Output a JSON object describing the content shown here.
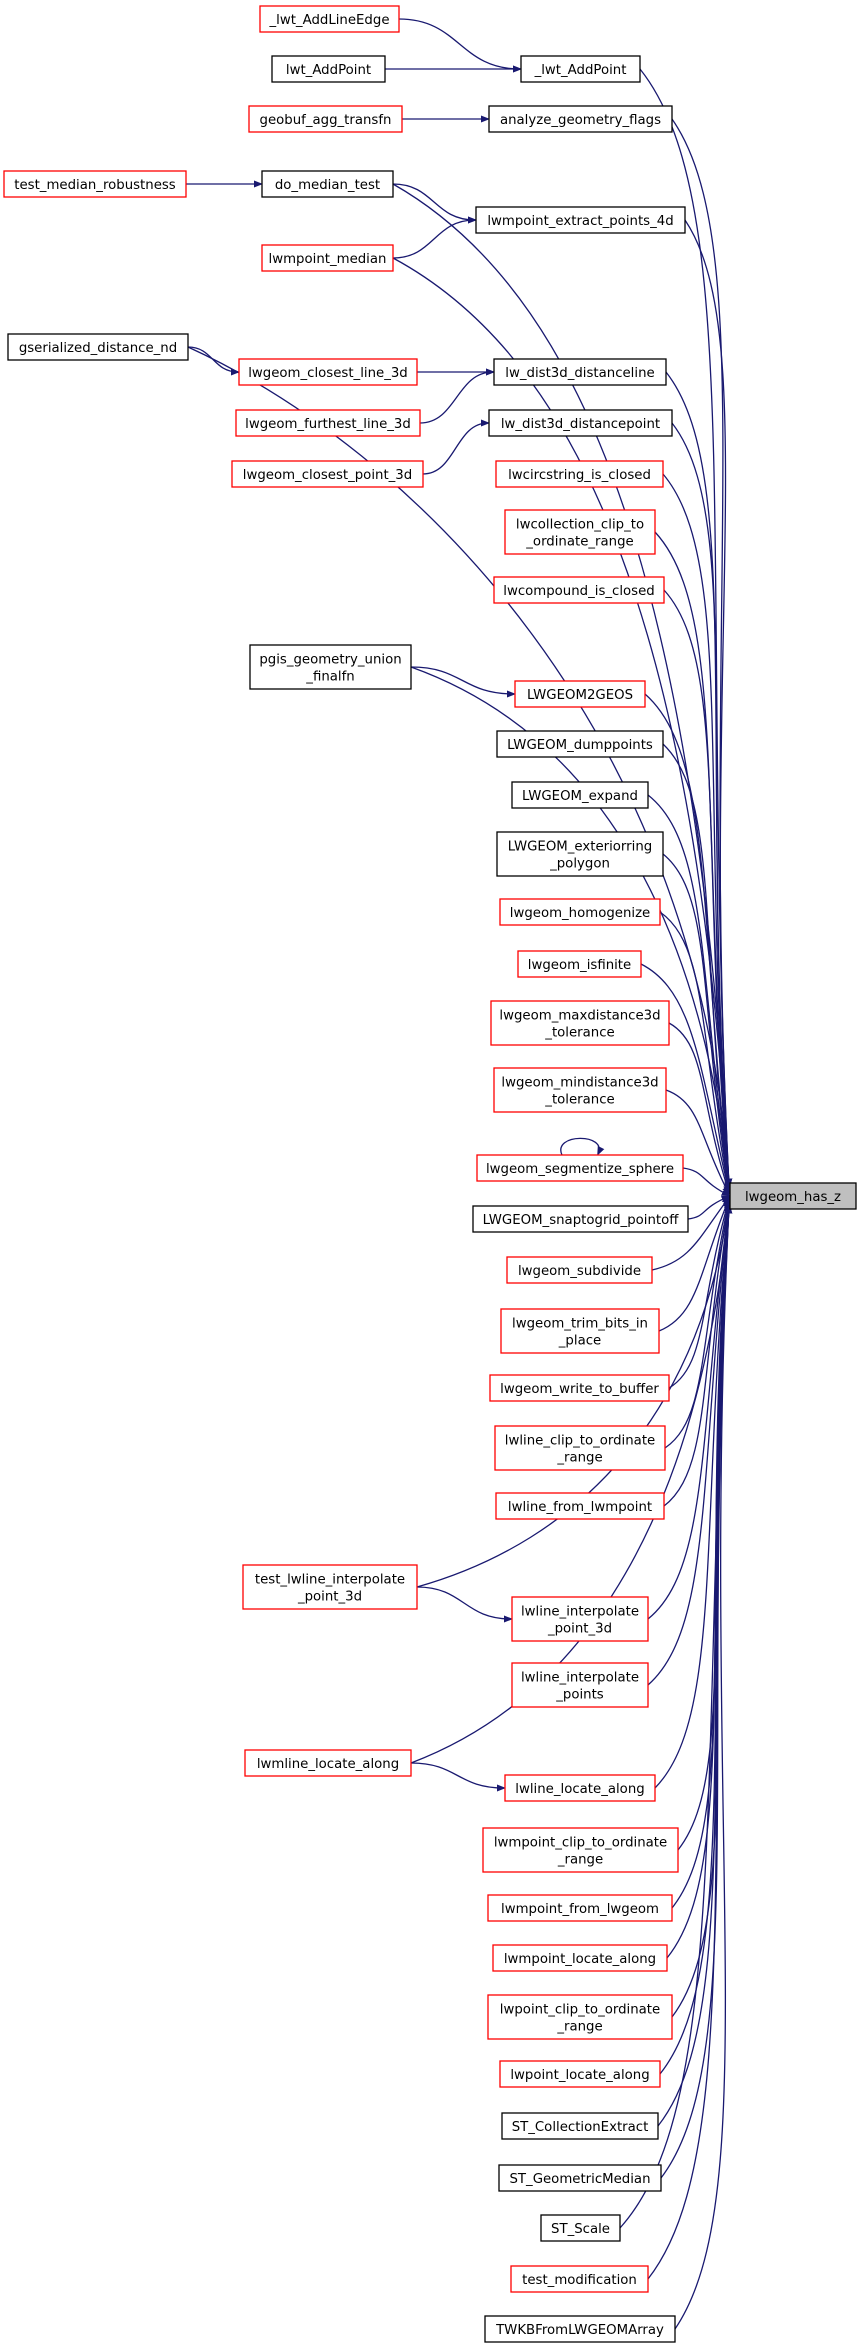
{
  "diagram": {
    "target": {
      "id": "has_z",
      "label": "lwgeom_has_z"
    },
    "nodes": [
      {
        "id": "lwt_addlineedge",
        "lines": [
          "_lwt_AddLineEdge"
        ],
        "border": "red"
      },
      {
        "id": "lwt_addpoint_pub",
        "lines": [
          "lwt_AddPoint"
        ],
        "border": "black"
      },
      {
        "id": "lwt_addpoint_priv",
        "lines": [
          "_lwt_AddPoint"
        ],
        "border": "black"
      },
      {
        "id": "geobuf",
        "lines": [
          "geobuf_agg_transfn"
        ],
        "border": "red"
      },
      {
        "id": "analyze_flags",
        "lines": [
          "analyze_geometry_flags"
        ],
        "border": "black"
      },
      {
        "id": "test_median_rob",
        "lines": [
          "test_median_robustness"
        ],
        "border": "red"
      },
      {
        "id": "do_median_test",
        "lines": [
          "do_median_test"
        ],
        "border": "black"
      },
      {
        "id": "extract_4d",
        "lines": [
          "lwmpoint_extract_points_4d"
        ],
        "border": "black"
      },
      {
        "id": "lwmpoint_median",
        "lines": [
          "lwmpoint_median"
        ],
        "border": "red"
      },
      {
        "id": "gser_dist_nd",
        "lines": [
          "gserialized_distance_nd"
        ],
        "border": "black"
      },
      {
        "id": "closest_line_3d",
        "lines": [
          "lwgeom_closest_line_3d"
        ],
        "border": "red"
      },
      {
        "id": "dist3d_line",
        "lines": [
          "lw_dist3d_distanceline"
        ],
        "border": "black"
      },
      {
        "id": "furthest_line_3d",
        "lines": [
          "lwgeom_furthest_line_3d"
        ],
        "border": "red"
      },
      {
        "id": "dist3d_point",
        "lines": [
          "lw_dist3d_distancepoint"
        ],
        "border": "black"
      },
      {
        "id": "closest_point_3d",
        "lines": [
          "lwgeom_closest_point_3d"
        ],
        "border": "red"
      },
      {
        "id": "lwcirc_closed",
        "lines": [
          "lwcircstring_is_closed"
        ],
        "border": "red"
      },
      {
        "id": "lwcoll_clip",
        "lines": [
          "lwcollection_clip_to",
          "_ordinate_range"
        ],
        "border": "red"
      },
      {
        "id": "lwcomp_closed",
        "lines": [
          "lwcompound_is_closed"
        ],
        "border": "red"
      },
      {
        "id": "pgis_union",
        "lines": [
          "pgis_geometry_union",
          "_finalfn"
        ],
        "border": "black"
      },
      {
        "id": "lwgeom2geos",
        "lines": [
          "LWGEOM2GEOS"
        ],
        "border": "red"
      },
      {
        "id": "dumppoints",
        "lines": [
          "LWGEOM_dumppoints"
        ],
        "border": "black"
      },
      {
        "id": "expand",
        "lines": [
          "LWGEOM_expand"
        ],
        "border": "black"
      },
      {
        "id": "exteriorring",
        "lines": [
          "LWGEOM_exteriorring",
          "_polygon"
        ],
        "border": "black"
      },
      {
        "id": "homogenize",
        "lines": [
          "lwgeom_homogenize"
        ],
        "border": "red"
      },
      {
        "id": "isfinite",
        "lines": [
          "lwgeom_isfinite"
        ],
        "border": "red"
      },
      {
        "id": "maxdist3d",
        "lines": [
          "lwgeom_maxdistance3d",
          "_tolerance"
        ],
        "border": "red"
      },
      {
        "id": "mindist3d",
        "lines": [
          "lwgeom_mindistance3d",
          "_tolerance"
        ],
        "border": "red"
      },
      {
        "id": "segmentize_sphere",
        "lines": [
          "lwgeom_segmentize_sphere"
        ],
        "border": "red"
      },
      {
        "id": "snaptogrid",
        "lines": [
          "LWGEOM_snaptogrid_pointoff"
        ],
        "border": "black"
      },
      {
        "id": "subdivide",
        "lines": [
          "lwgeom_subdivide"
        ],
        "border": "red"
      },
      {
        "id": "trim_bits",
        "lines": [
          "lwgeom_trim_bits_in",
          "_place"
        ],
        "border": "red"
      },
      {
        "id": "write_buffer",
        "lines": [
          "lwgeom_write_to_buffer"
        ],
        "border": "red"
      },
      {
        "id": "lwline_clip",
        "lines": [
          "lwline_clip_to_ordinate",
          "_range"
        ],
        "border": "red"
      },
      {
        "id": "lwline_from_mp",
        "lines": [
          "lwline_from_lwmpoint"
        ],
        "border": "red"
      },
      {
        "id": "test_interp_3d",
        "lines": [
          "test_lwline_interpolate",
          "_point_3d"
        ],
        "border": "red"
      },
      {
        "id": "interp_3d",
        "lines": [
          "lwline_interpolate",
          "_point_3d"
        ],
        "border": "red"
      },
      {
        "id": "interp_points",
        "lines": [
          "lwline_interpolate",
          "_points"
        ],
        "border": "red"
      },
      {
        "id": "lwmline_locate",
        "lines": [
          "lwmline_locate_along"
        ],
        "border": "red"
      },
      {
        "id": "lwline_locate",
        "lines": [
          "lwline_locate_along"
        ],
        "border": "red"
      },
      {
        "id": "lwmpoint_clip",
        "lines": [
          "lwmpoint_clip_to_ordinate",
          "_range"
        ],
        "border": "red"
      },
      {
        "id": "lwmpoint_from_geom",
        "lines": [
          "lwmpoint_from_lwgeom"
        ],
        "border": "red"
      },
      {
        "id": "lwmpoint_locate",
        "lines": [
          "lwmpoint_locate_along"
        ],
        "border": "red"
      },
      {
        "id": "lwpoint_clip",
        "lines": [
          "lwpoint_clip_to_ordinate",
          "_range"
        ],
        "border": "red"
      },
      {
        "id": "lwpoint_locate",
        "lines": [
          "lwpoint_locate_along"
        ],
        "border": "red"
      },
      {
        "id": "st_collext",
        "lines": [
          "ST_CollectionExtract"
        ],
        "border": "black"
      },
      {
        "id": "st_geomedian",
        "lines": [
          "ST_GeometricMedian"
        ],
        "border": "black"
      },
      {
        "id": "st_scale",
        "lines": [
          "ST_Scale"
        ],
        "border": "black"
      },
      {
        "id": "test_mod",
        "lines": [
          "test_modification"
        ],
        "border": "red"
      },
      {
        "id": "twkb",
        "lines": [
          "TWKBFromLWGEOMArray"
        ],
        "border": "black"
      }
    ],
    "edges": [
      [
        "lwt_addlineedge",
        "lwt_addpoint_priv"
      ],
      [
        "lwt_addpoint_pub",
        "lwt_addpoint_priv"
      ],
      [
        "geobuf",
        "analyze_flags"
      ],
      [
        "test_median_rob",
        "do_median_test"
      ],
      [
        "do_median_test",
        "extract_4d"
      ],
      [
        "lwmpoint_median",
        "extract_4d"
      ],
      [
        "closest_line_3d",
        "dist3d_line"
      ],
      [
        "furthest_line_3d",
        "dist3d_line"
      ],
      [
        "closest_point_3d",
        "dist3d_point"
      ],
      [
        "gser_dist_nd",
        "closest_line_3d"
      ],
      [
        "pgis_union",
        "lwgeom2geos"
      ],
      [
        "segmentize_sphere",
        "segmentize_sphere"
      ],
      [
        "test_interp_3d",
        "interp_3d"
      ],
      [
        "lwmline_locate",
        "lwline_locate"
      ],
      [
        "lwt_addpoint_priv",
        "has_z"
      ],
      [
        "analyze_flags",
        "has_z"
      ],
      [
        "do_median_test",
        "has_z"
      ],
      [
        "extract_4d",
        "has_z"
      ],
      [
        "lwmpoint_median",
        "has_z"
      ],
      [
        "gser_dist_nd",
        "has_z"
      ],
      [
        "dist3d_line",
        "has_z"
      ],
      [
        "dist3d_point",
        "has_z"
      ],
      [
        "lwcirc_closed",
        "has_z"
      ],
      [
        "lwcoll_clip",
        "has_z"
      ],
      [
        "lwcomp_closed",
        "has_z"
      ],
      [
        "pgis_union",
        "has_z"
      ],
      [
        "lwgeom2geos",
        "has_z"
      ],
      [
        "dumppoints",
        "has_z"
      ],
      [
        "expand",
        "has_z"
      ],
      [
        "exteriorring",
        "has_z"
      ],
      [
        "homogenize",
        "has_z"
      ],
      [
        "isfinite",
        "has_z"
      ],
      [
        "maxdist3d",
        "has_z"
      ],
      [
        "mindist3d",
        "has_z"
      ],
      [
        "segmentize_sphere",
        "has_z"
      ],
      [
        "snaptogrid",
        "has_z"
      ],
      [
        "subdivide",
        "has_z"
      ],
      [
        "trim_bits",
        "has_z"
      ],
      [
        "write_buffer",
        "has_z"
      ],
      [
        "lwline_clip",
        "has_z"
      ],
      [
        "lwline_from_mp",
        "has_z"
      ],
      [
        "test_interp_3d",
        "has_z"
      ],
      [
        "interp_3d",
        "has_z"
      ],
      [
        "interp_points",
        "has_z"
      ],
      [
        "lwmline_locate",
        "has_z"
      ],
      [
        "lwline_locate",
        "has_z"
      ],
      [
        "lwmpoint_clip",
        "has_z"
      ],
      [
        "lwmpoint_from_geom",
        "has_z"
      ],
      [
        "lwmpoint_locate",
        "has_z"
      ],
      [
        "lwpoint_clip",
        "has_z"
      ],
      [
        "lwpoint_locate",
        "has_z"
      ],
      [
        "st_collext",
        "has_z"
      ],
      [
        "st_geomedian",
        "has_z"
      ],
      [
        "st_scale",
        "has_z"
      ],
      [
        "test_mod",
        "has_z"
      ],
      [
        "twkb",
        "has_z"
      ]
    ]
  }
}
